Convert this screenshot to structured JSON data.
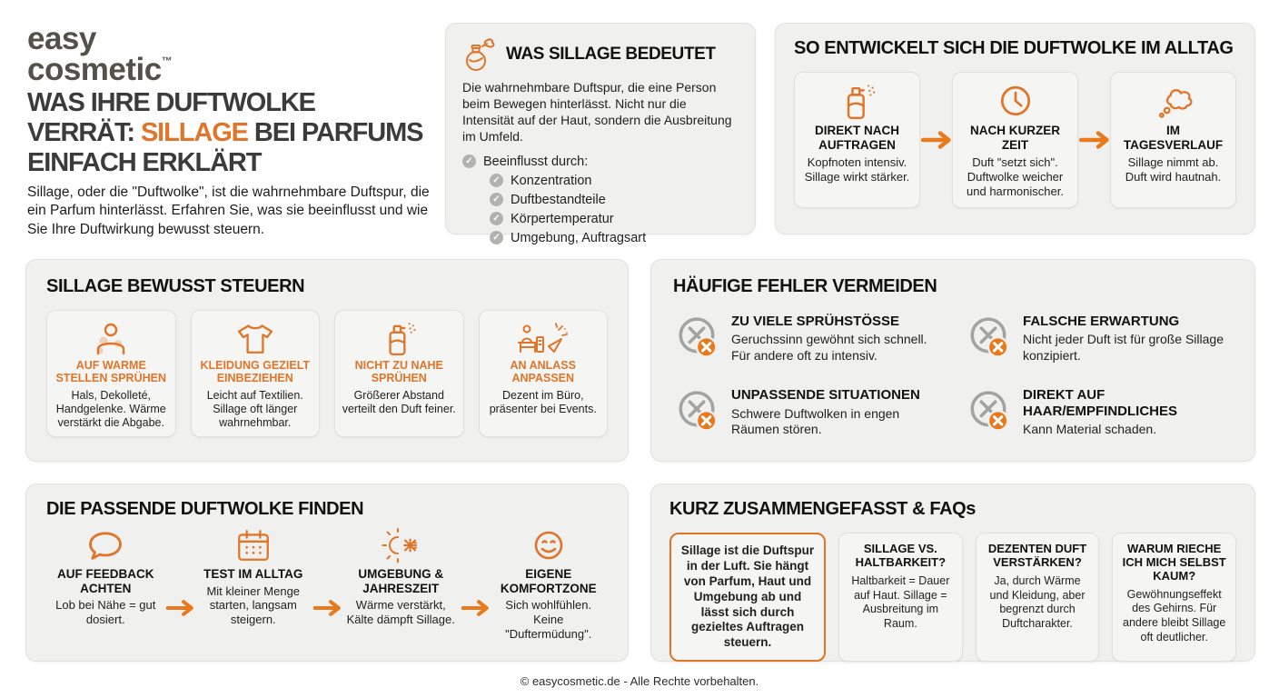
{
  "accent": "#e0752a",
  "logo": {
    "line1": "easy",
    "line2": "cosmetic",
    "tm": "™"
  },
  "header": {
    "title_lines": [
      {
        "pre": "WAS IHRE DUFTWOLKE",
        "highlight": "",
        "post": ""
      },
      {
        "pre": "VERRÄT: ",
        "highlight": "SILLAGE",
        "post": " BEI PARFUMS"
      },
      {
        "pre": "EINFACH ERKLÄRT",
        "highlight": "",
        "post": ""
      }
    ],
    "intro": "Sillage, oder die \"Duftwolke\", ist die wahrnehmbare Duftspur, die ein Parfum hinterlässt. Erfahren Sie, was sie beeinflusst und wie Sie Ihre Duftwirkung bewusst steuern."
  },
  "meaning_card": {
    "title": "WAS SILLAGE BEDEUTET",
    "icon": "perfume-atomizer-icon",
    "body": "Die wahrnehmbare Duftspur, die eine Person beim Bewegen hinterlässt. Nicht nur die Intensität auf der Haut, sondern die Ausbreitung im Umfeld.",
    "list_title": "Beeinflusst durch:",
    "list_items": [
      "Konzentration",
      "Duftbestandteile",
      "Körpertemperatur",
      "Umgebung, Auftragsart"
    ],
    "check_glyph": "✓"
  },
  "timeline_card": {
    "title": "SO ENTWICKELT SICH DIE DUFTWOLKE IM ALLTAG",
    "steps": [
      {
        "icon": "spray-bottle-icon",
        "title": "DIREKT NACH AUFTRAGEN",
        "body": "Kopfnoten intensiv. Sillage wirkt stärker."
      },
      {
        "icon": "clock-icon",
        "title": "NACH KURZER ZEIT",
        "body": "Duft \"setzt sich\". Duftwolke weicher und harmonischer."
      },
      {
        "icon": "thought-cloud-icon",
        "title": "IM TAGESVERLAUF",
        "body": "Sillage nimmt ab. Duft wird hautnah."
      }
    ]
  },
  "control_card": {
    "title": "SILLAGE BEWUSST STEUERN",
    "items": [
      {
        "icon": "warm-spots-body-icon",
        "title": "AUF WARME STELLEN SPRÜHEN",
        "body": "Hals, Dekolleté, Handgelenke. Wärme verstärkt die Abgabe."
      },
      {
        "icon": "tshirt-icon",
        "title": "KLEIDUNG GEZIELT EINBEZIEHEN",
        "body": "Leicht auf Textilien. Sillage oft länger wahrnehmbar."
      },
      {
        "icon": "spray-bottle-icon",
        "title": "NICHT ZU NAHE SPRÜHEN",
        "body": "Größerer Abstand verteilt den Duft feiner."
      },
      {
        "icon": "office-party-icon",
        "title": "AN ANLASS ANPASSEN",
        "body": "Dezent im Büro, präsenter bei Events."
      }
    ]
  },
  "mistakes_card": {
    "title": "HÄUFIGE FEHLER VERMEIDEN",
    "items": [
      {
        "icon": "error-cross-icon",
        "title": "ZU VIELE SPRÜHSTÖSSE",
        "body": "Geruchssinn gewöhnt sich schnell. Für andere oft zu intensiv."
      },
      {
        "icon": "error-cross-icon",
        "title": "FALSCHE ERWARTUNG",
        "body": "Nicht jeder Duft ist für große Sillage konzipiert."
      },
      {
        "icon": "error-cross-icon",
        "title": "UNPASSENDE SITUATIONEN",
        "body": "Schwere Duftwolken in engen Räumen stören."
      },
      {
        "icon": "error-cross-icon",
        "title": "DIREKT AUF HAAR/EMPFINDLICHES",
        "body": "Kann Material schaden."
      }
    ]
  },
  "finder_card": {
    "title": "DIE PASSENDE DUFTWOLKE FINDEN",
    "steps": [
      {
        "icon": "speech-bubble-icon",
        "title": "AUF FEEDBACK ACHTEN",
        "body": "Lob bei Nähe = gut dosiert."
      },
      {
        "icon": "calendar-icon",
        "title": "TEST IM ALLTAG",
        "body": "Mit kleiner Menge starten, langsam steigern."
      },
      {
        "icon": "sun-snowflake-icon",
        "title": "UMGEBUNG & JAHRESZEIT",
        "body": "Wärme verstärkt, Kälte dämpft Sillage."
      },
      {
        "icon": "smiley-icon",
        "title": "EIGENE KOMFORTZONE",
        "body": "Sich wohlfühlen. Keine \"Duftermüdung\"."
      }
    ]
  },
  "faq_card": {
    "title": "KURZ ZUSAMMENGEFASST & FAQs",
    "summary": "Sillage ist die Duftspur in der Luft. Sie hängt von Parfum, Haut und Umgebung ab und lässt sich durch gezieltes Auftragen steuern.",
    "faqs": [
      {
        "title": "SILLAGE VS. HALTBARKEIT?",
        "body": "Haltbarkeit = Dauer auf Haut. Sillage = Ausbreitung im Raum."
      },
      {
        "title": "DEZENTEN DUFT VERSTÄRKEN?",
        "body": "Ja, durch Wärme und Kleidung, aber begrenzt durch Duftcharakter."
      },
      {
        "title": "WARUM RIECHE ICH MICH SELBST KAUM?",
        "body": "Gewöhnungseffekt des Gehirns. Für andere bleibt Sillage oft deutlicher."
      }
    ]
  },
  "footer": {
    "text": "© easycosmetic.de - Alle Rechte vorbehalten."
  }
}
